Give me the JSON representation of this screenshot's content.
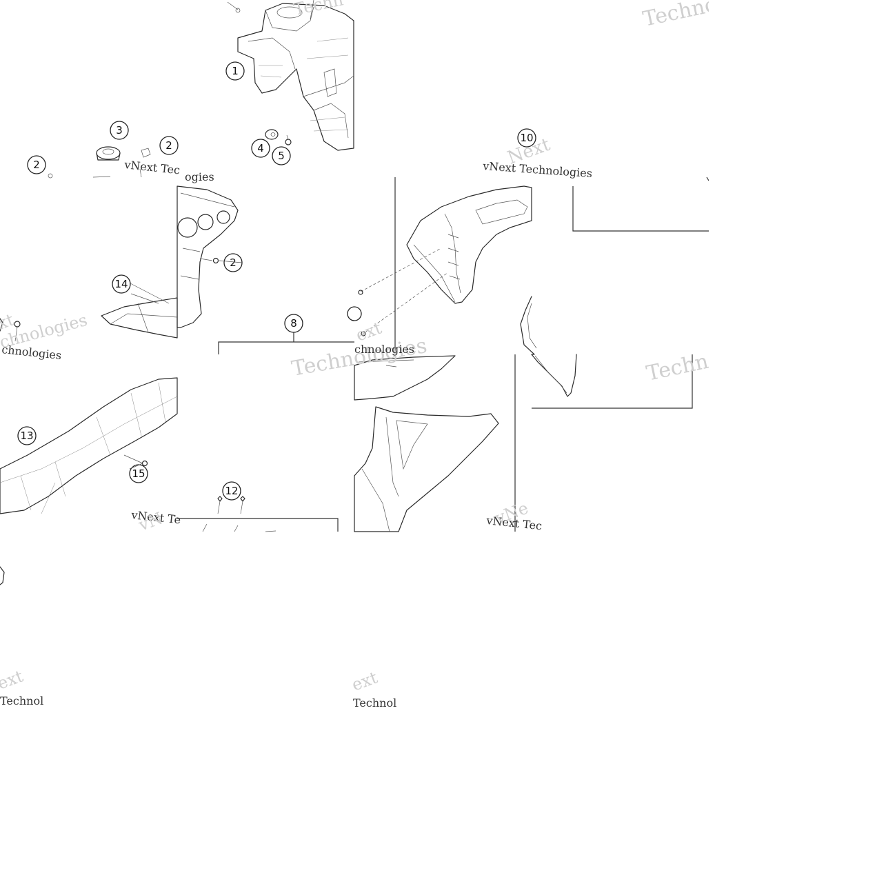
{
  "callouts": [
    {
      "id": "c1",
      "label": "1"
    },
    {
      "id": "c2a",
      "label": "2"
    },
    {
      "id": "c2b",
      "label": "2"
    },
    {
      "id": "c2c",
      "label": "2"
    },
    {
      "id": "c3",
      "label": "3"
    },
    {
      "id": "c4",
      "label": "4"
    },
    {
      "id": "c5",
      "label": "5"
    },
    {
      "id": "c8",
      "label": "8"
    },
    {
      "id": "c10",
      "label": "10"
    },
    {
      "id": "c12",
      "label": "12"
    },
    {
      "id": "c13",
      "label": "13"
    },
    {
      "id": "c14",
      "label": "14"
    },
    {
      "id": "c15",
      "label": "15"
    }
  ],
  "watermark": {
    "brand": "vNext Technologies",
    "big_word": "Technologies",
    "small_prefix": "vNext",
    "fragment_techno": "Techno",
    "fragment_technol": "Technol",
    "fragment_chnologies": "chnologies",
    "fragment_next": "Next",
    "fragment_ext": "ext",
    "fragment_vnext_te": "vNext Te",
    "fragment_vnext_tec": "vNext Tec",
    "fragment_vnext_technologies": "vNext Technologies",
    "fragment_ogies": "ogies"
  }
}
